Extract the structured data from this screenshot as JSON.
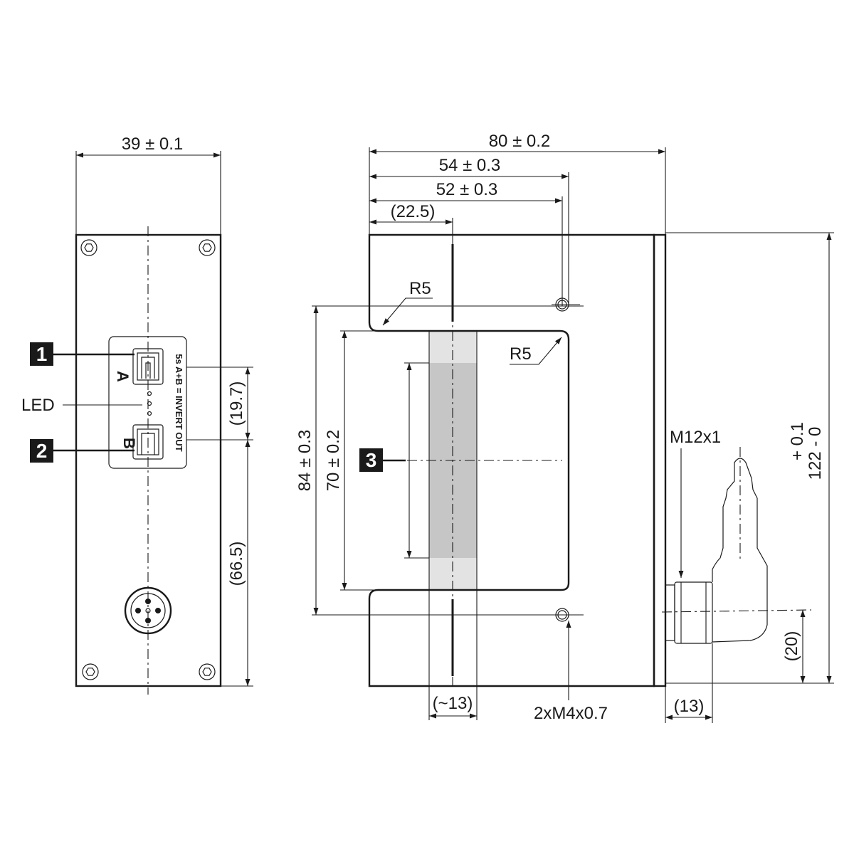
{
  "front_view": {
    "width_dim": "39 ± 0.1",
    "callout_1": "1",
    "callout_2": "2",
    "led_label": "LED",
    "button_a": "A",
    "button_b": "B",
    "panel_text": "5s A+B = INVERT OUT",
    "dim_button_spacing": "(19.7)",
    "dim_lower": "(66.5)"
  },
  "side_view": {
    "dim_overall_width": "80 ± 0.2",
    "dim_54": "54 ± 0.3",
    "dim_52": "52 ± 0.3",
    "dim_22_5": "(22.5)",
    "radius_upper": "R5",
    "radius_lower": "R5",
    "dim_84": "84 ± 0.3",
    "dim_70": "70 ± 0.2",
    "callout_3": "3",
    "connector_label": "M12x1",
    "dim_height": "122 - 0",
    "dim_height_tol": "+ 0.1",
    "dim_slot": "(~13)",
    "holes_label": "2xM4x0.7",
    "dim_13": "(13)",
    "dim_20": "(20)"
  },
  "colors": {
    "line": "#1a1a1a",
    "badge": "#1a1a1a",
    "sensor_light": "#e3e3e3",
    "sensor_dark": "#c6c6c6"
  },
  "icons": [
    "hex-socket-screw-icon",
    "push-button-icon",
    "led-dot-icon",
    "m12-connector-icon",
    "threaded-hole-icon",
    "arrowhead-icon"
  ]
}
